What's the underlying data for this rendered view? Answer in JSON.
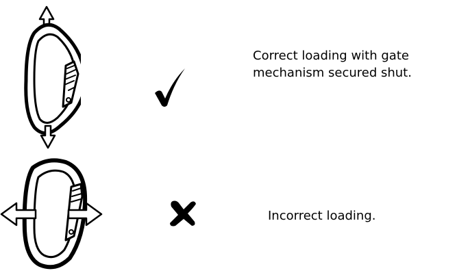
{
  "rows": [
    {
      "status": "correct",
      "icon": "checkmark-icon",
      "caption": "Correct loading with gate mechanism secured shut."
    },
    {
      "status": "incorrect",
      "icon": "cross-icon",
      "caption": "Incorrect loading."
    }
  ],
  "colors": {
    "ink": "#000000",
    "background": "#ffffff"
  }
}
